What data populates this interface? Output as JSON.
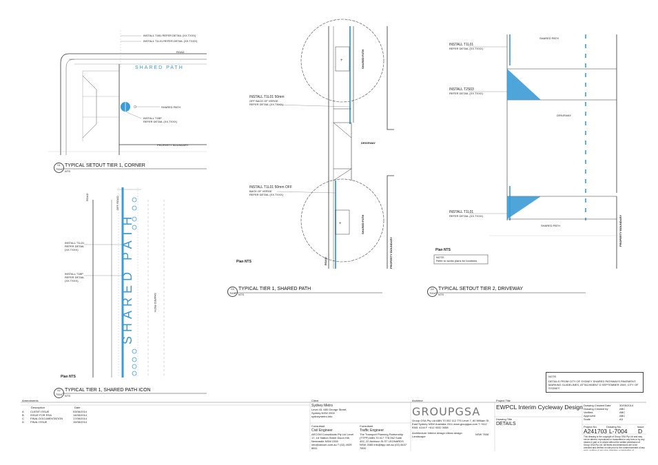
{
  "detail1": {
    "num": "01",
    "sheet": "7004",
    "title": "TYPICAL SETOUT TIER 1, CORNER",
    "scale": "NTS",
    "labels": {
      "install_t1a": "INSTALL T1B1  REFER DETAIL (XX.TXXX)",
      "install_t1b": "INSTALL T1L01  REFER DETAIL (XX.TXXX)",
      "road": "ROAD",
      "shared_path": "SHARED PATH",
      "shared_path_small": "SHARED PATH",
      "install_t1bp": "INSTALL T1BP",
      "refer_detail": "REFER DETAIL (XX.TXXX)",
      "property_boundary": "PROPERTY BOUNDARY"
    }
  },
  "detail2": {
    "num": "02",
    "sheet": "7004",
    "title": "TYPICAL TIER 1, SHARED PATH ICON",
    "scale": "NTS",
    "plan": "Plan NTS",
    "shared_path": "SHARED PATH",
    "labels": {
      "road": "ROAD",
      "off_road": "OFF ROAD",
      "install_t1a": "INSTALL T1L01",
      "refer_a": "REFER DETAIL (XX.TXXX)",
      "install_t1b": "INSTALL T1BP",
      "refer_b": "REFER DETAIL (XX.TXXX)",
      "shared_path_small": "SHARED PATH"
    }
  },
  "detail3": {
    "num": "03",
    "sheet": "7004",
    "title": "TYPICAL TIER 1, SHARED PATH",
    "scale": "NTS",
    "plan": "Plan NTS",
    "labels": {
      "install_top": "INSTALL T1L01 50mm",
      "install_top2": "OFF BACK OF VERGE",
      "install_top3": "REFER DETAIL (XX.TXXX)",
      "install_bot": "INSTALL T1L01 50mm OFF",
      "install_bot2": "BACK OF VERGE",
      "install_bot3": "REFER DETAIL (XX.TXXX)",
      "shared_path_a": "SHARED PATH",
      "shared_path_b": "SHARED PATH",
      "driveway": "DRIVEWAY",
      "road": "ROAD",
      "property_boundary": "PROPERTY BOUNDARY"
    }
  },
  "detail4": {
    "num": "04",
    "sheet": "7004",
    "title": "TYPICAL SETOUT TIER 2, DRIVEWAY",
    "scale": "NTS",
    "plan": "Plan NTS",
    "note_label": "NOTE:",
    "note_text": "Refer to works plans for locations",
    "labels": {
      "shared_path_top": "SHARED PATH",
      "install_a": "INSTALL T1L01",
      "refer_a": "REFER DETAIL (XX.TXXX)",
      "install_b": "INSTALL T2S03",
      "refer_b": "REFER DETAIL (XX.TXXX)",
      "driveway": "DRIVEWAY",
      "install_c": "INSTALL T1L01",
      "refer_c": "REFER DETAIL (XX.TXXX)",
      "shared_path_bot": "SHARED PATH",
      "property_boundary": "PROPERTY BOUNDARY"
    }
  },
  "note_box": {
    "heading": "NOTE",
    "text": "DETAILS FROM CITY OF SYDNEY SHARED PATHWAYS PAVEMENT MARKING GUIDELINES, ATTACHMENT D SEPTEMBER 2009, CITY OF SYDNEY"
  },
  "title_block": {
    "amendments_heading": "Amendments",
    "amend_cols": [
      "Description",
      "Date"
    ],
    "amendments": [
      {
        "rev": "A",
        "desc": "CLIENT ISSUE",
        "date": "03/06/2014"
      },
      {
        "rev": "B",
        "desc": "ISSUE FOR RSA",
        "date": "14/06/2014"
      },
      {
        "rev": "C",
        "desc": "FINAL DOCUMENTATION",
        "date": "17/06/2014"
      },
      {
        "rev": "D",
        "desc": "FINAL ISSUE",
        "date": "15/08/2014"
      }
    ],
    "client_heading": "Client",
    "client_name": "Sydney Metro",
    "client_address": "Level 43, 680 George Street, Sydney NSW 2000 sydneymetro.info",
    "consultant_heading": "Consultant",
    "consultant_heading2": "Consultant",
    "civil_label": "Civil Engineer",
    "civil_text": "AECOM Consultants Pty Ltd Level 17, 18 Station Street Dixon Hill, Newcastle NSW 2300 info@aecom.com.au T (02) 4929 8811",
    "traffic_label": "Traffic Engineer",
    "traffic_text": "The Transport Planning Partnership (TTPP) ABN 70 417 778 062 Suite 402, 22 Atchison St ST LEONARDS NSW 2065 info@ttpp.net.au (02) 8437 7800",
    "architect_heading": "Architect",
    "logo_text": "GROUPGSA",
    "architect_text": "Group GSA Pty Ltd  ABN 70 002 112 775 Level 7, 80 William St East Sydney NSW Australia 2011  www.groupgsa.com T +612 9361 4144   F +612 9332 3458",
    "architect_small": "Architecture Interior design Urban design Landscape",
    "nominated": "NSW 7636",
    "project_title_heading": "Project Title",
    "project_title": "EWPCL Interim Cycleway Design",
    "drawing_title_heading": "Drawing Title",
    "drawing_title": "DETAILS",
    "meta": [
      {
        "k": "Drawing Created Date",
        "v": "30/05/2014"
      },
      {
        "k": "Drawing Created by",
        "v": "ABC"
      },
      {
        "k": "Verified",
        "v": "ABC"
      },
      {
        "k": "Approved",
        "v": "ABC"
      },
      {
        "k": "Scale",
        "v": "A3"
      }
    ],
    "project_no_label": "Project No.",
    "drawing_no_label": "Drawing No.",
    "issue_label": "Issue",
    "project_no": "A241703",
    "drawing_no": "L-7004",
    "issue": "D",
    "copyright": "This drawing is the copyright of Group GSA Pty Ltd and may not be altered, reproduced or transmitted in any form or by any means in part or in whole without the written permission of Group GSA Pty Ltd. All levels and dimensions are to be checked and verified on site prior to the commencement of any work, making of any shop drawings or fabrication of components. Do not scale drawings - use figured dimensions."
  },
  "colors": {
    "blue": "#3a9bd5",
    "line": "#333333"
  }
}
